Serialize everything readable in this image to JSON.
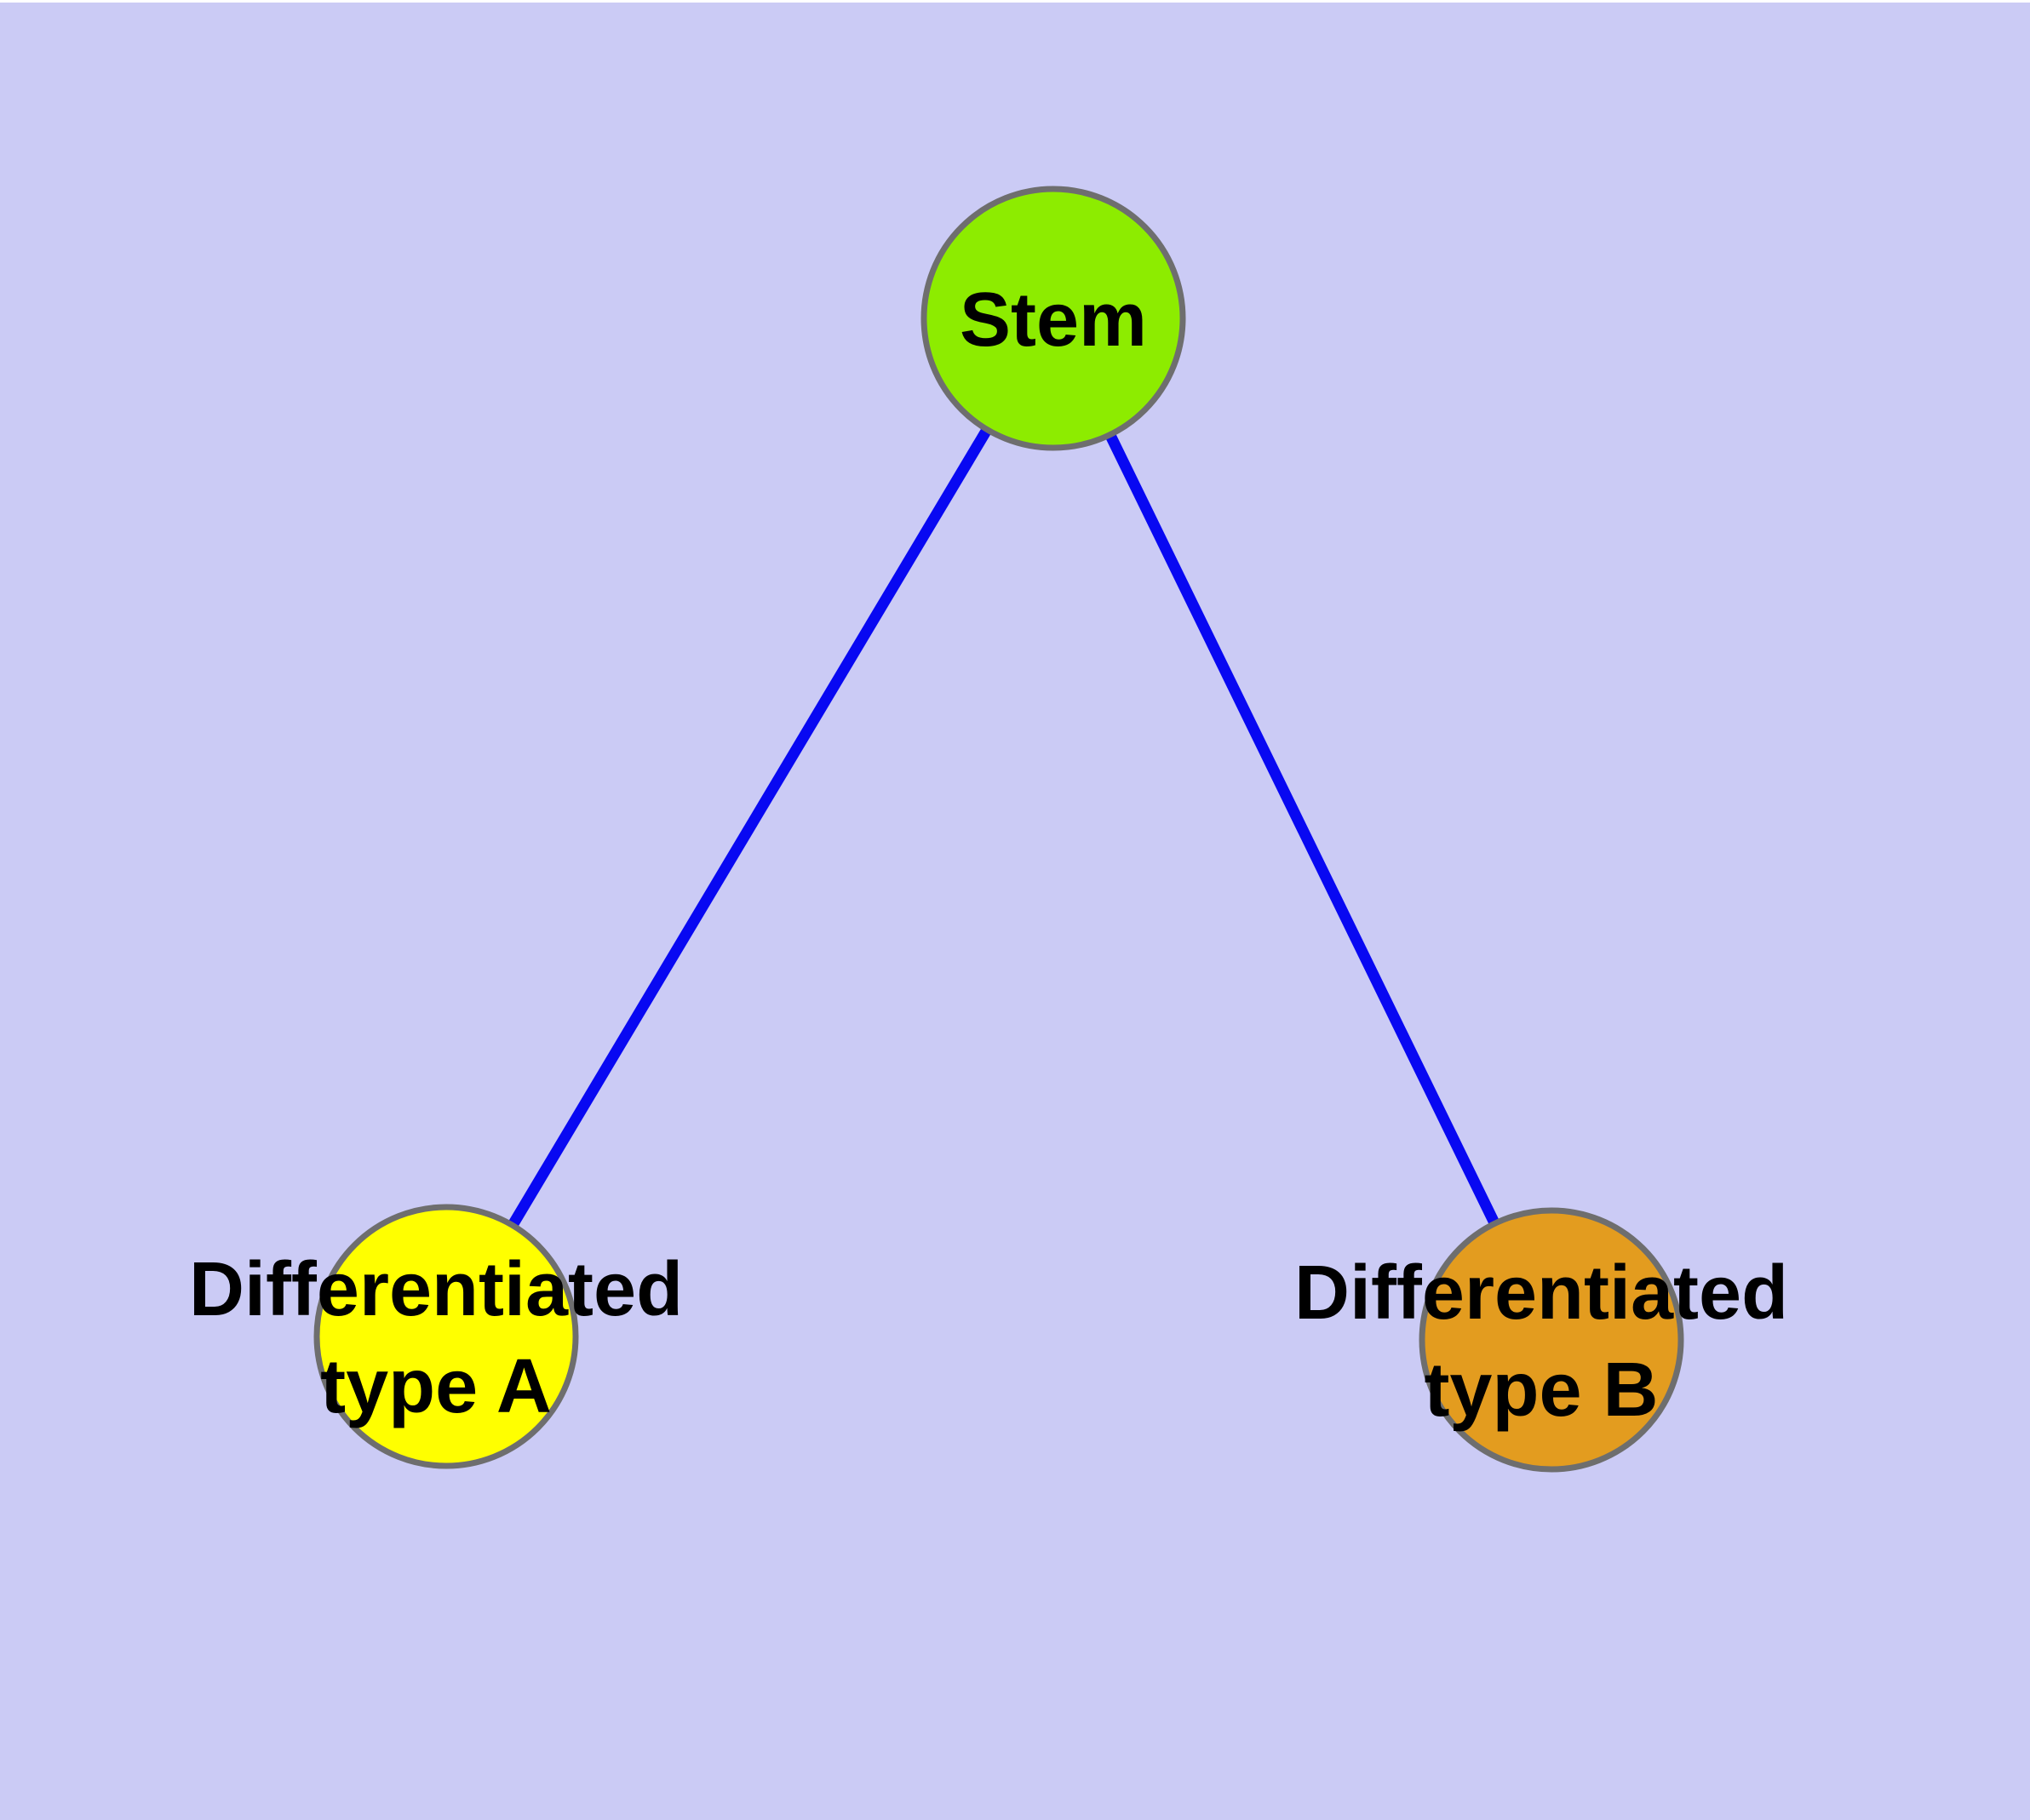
{
  "diagram": {
    "colors": {
      "background": "#CBCBF5",
      "node_border": "#6E6E6E",
      "edge": "#0808F2",
      "label_text": "#000000"
    },
    "nodes": {
      "stem": {
        "label": "Stem",
        "fill": "#8DEC00"
      },
      "type_a": {
        "label_line1": "Differentiated",
        "label_line2": "type A",
        "fill": "#FFFF00"
      },
      "type_b": {
        "label_line1": "Differentiated",
        "label_line2": "type B",
        "fill": "#E39C1F"
      }
    },
    "edges": {
      "list": [
        {
          "from": "stem",
          "to": "type_a"
        },
        {
          "from": "stem",
          "to": "type_b"
        }
      ]
    }
  }
}
